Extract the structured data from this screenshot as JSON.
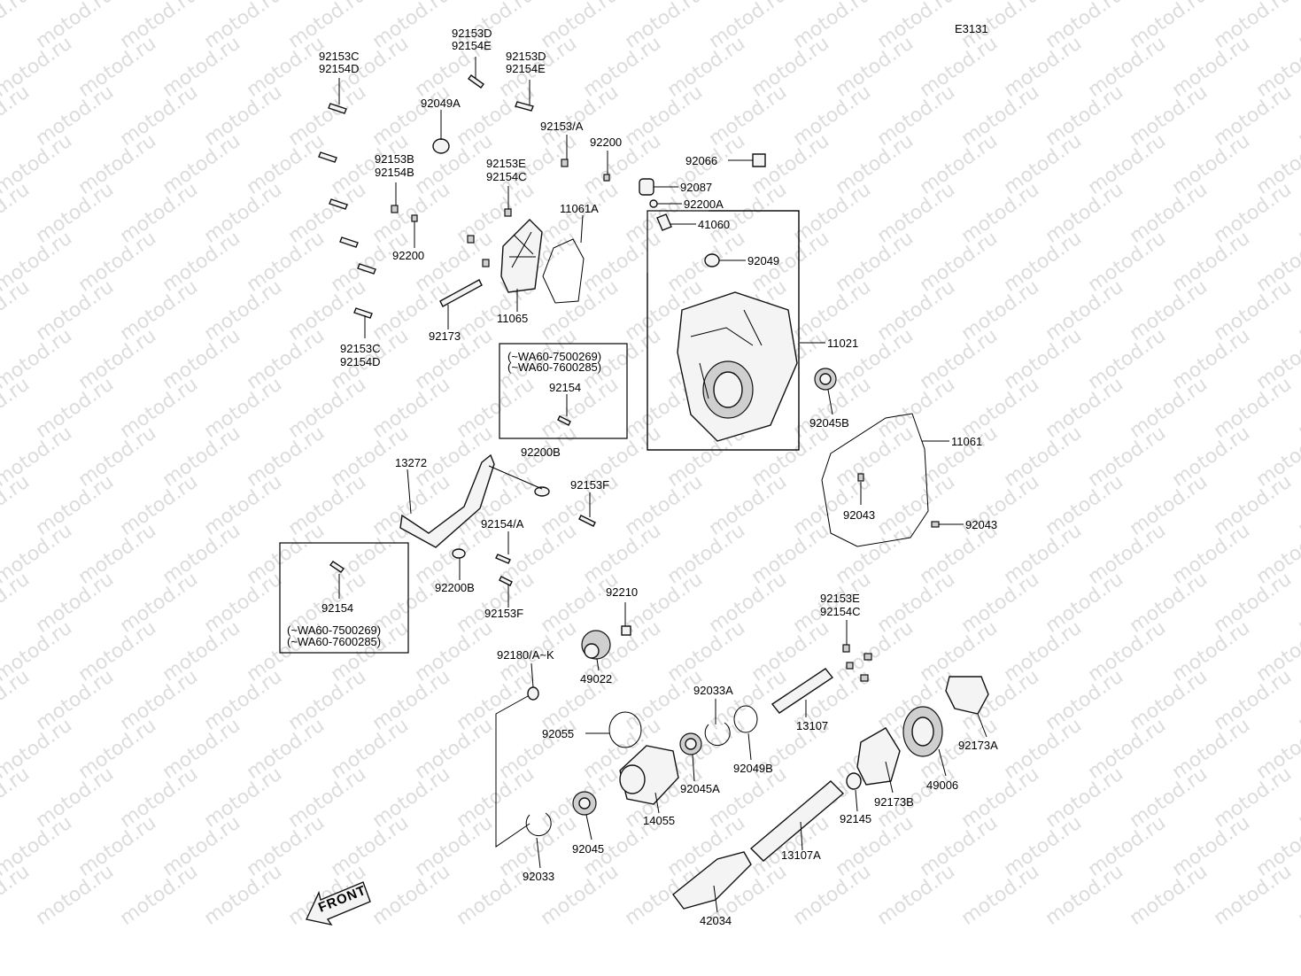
{
  "diagram_code": "E3131",
  "watermark": "motod.ru",
  "front_label": "FRONT",
  "serial_note": {
    "line1": "(~WA60-7500269)",
    "line2": "(~WA60-7600285)"
  },
  "parts": {
    "p92153C_92154D_top": [
      "92153C",
      "92154D"
    ],
    "p92153D_92154E_a": [
      "92153D",
      "92154E"
    ],
    "p92153D_92154E_b": [
      "92153D",
      "92154E"
    ],
    "p92049A": [
      "92049A"
    ],
    "p92153_A": [
      "92153/A"
    ],
    "p92200_top": [
      "92200"
    ],
    "p92153B_92154B": [
      "92153B",
      "92154B"
    ],
    "p92153E_92154C_top": [
      "92153E",
      "92154C"
    ],
    "p92066": [
      "92066"
    ],
    "p92087": [
      "92087"
    ],
    "p92200A": [
      "92200A"
    ],
    "p41060": [
      "41060"
    ],
    "p11061A": [
      "11061A"
    ],
    "p92200_mid": [
      "92200"
    ],
    "p92049": [
      "92049"
    ],
    "p11065": [
      "11065"
    ],
    "p92173": [
      "92173"
    ],
    "p92153C_92154D_bot": [
      "92153C",
      "92154D"
    ],
    "p11021": [
      "11021"
    ],
    "p92154_box1": [
      "92154"
    ],
    "p92045B": [
      "92045B"
    ],
    "p11061": [
      "11061"
    ],
    "p13272": [
      "13272"
    ],
    "p92200B_top": [
      "92200B"
    ],
    "p92153F_top": [
      "92153F"
    ],
    "p92043_in": [
      "92043"
    ],
    "p92043_out": [
      "92043"
    ],
    "p92154_A": [
      "92154/A"
    ],
    "p92154_box2": [
      "92154"
    ],
    "p92200B_bot": [
      "92200B"
    ],
    "p92153F_bot": [
      "92153F"
    ],
    "p92210": [
      "92210"
    ],
    "p92153E_92154C_bot": [
      "92153E",
      "92154C"
    ],
    "p92180": [
      "92180/A~K"
    ],
    "p49022": [
      "49022"
    ],
    "p92033A": [
      "92033A"
    ],
    "p13107": [
      "13107"
    ],
    "p92055": [
      "92055"
    ],
    "p92173A": [
      "92173A"
    ],
    "p92049B": [
      "92049B"
    ],
    "p49006": [
      "49006"
    ],
    "p92045A": [
      "92045A"
    ],
    "p92173B": [
      "92173B"
    ],
    "p14055": [
      "14055"
    ],
    "p92145": [
      "92145"
    ],
    "p92045": [
      "92045"
    ],
    "p13107A": [
      "13107A"
    ],
    "p92033": [
      "92033"
    ],
    "p42034": [
      "42034"
    ]
  }
}
